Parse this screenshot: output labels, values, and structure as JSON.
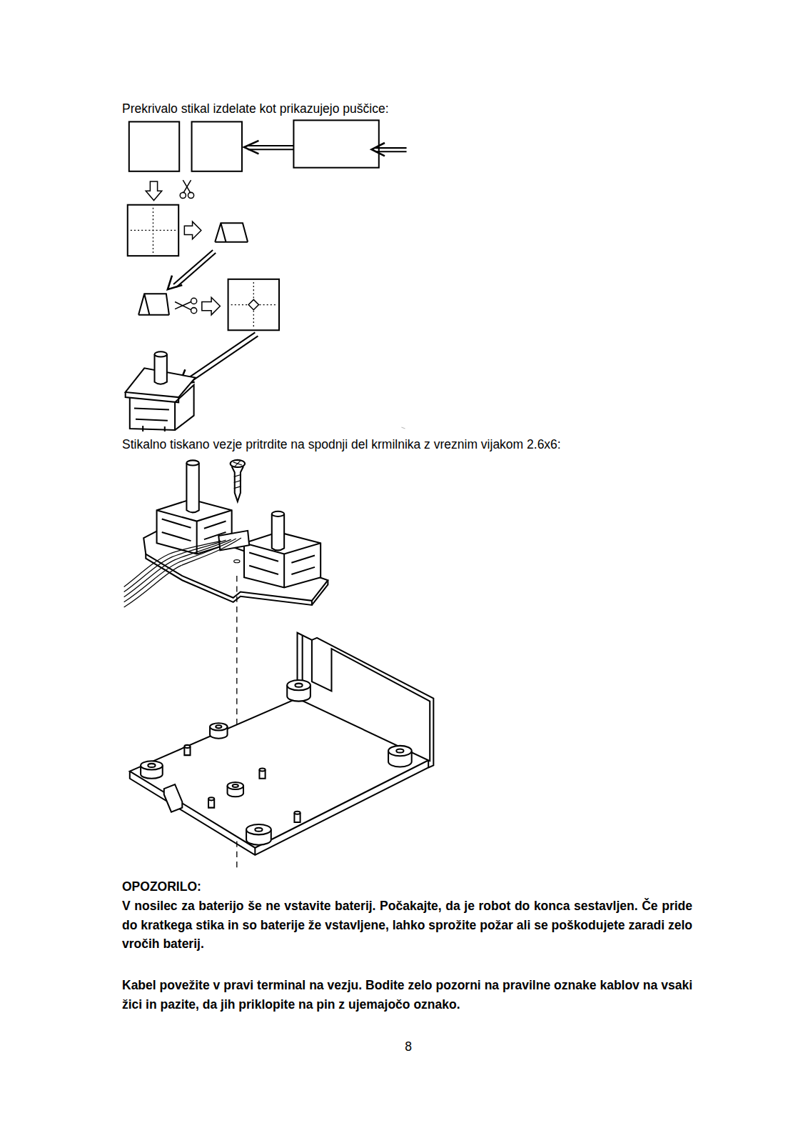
{
  "diagram": {
    "labels": [
      "Prekrivalo stikal izdelate kot prikazujejo puščice:",
      "Stikalno tiskano vezje pritrdite na spodnji del krmilnika z vreznim vijakom 2.6x6:",
      "OPOZORILO:",
      "V nosilec za baterijo še ne vstavite baterij. Počakajte, da je robot do konca sestavljen. Če pride do kratkega stika in so baterije že vstavljene, lahko sprožite požar ali se poškodujete zaradi zelo vročih baterij.",
      "Kabel povežite v pravi terminal na vezju. Bodite zelo pozorni na pravilne oznake kablov na vsaki žici in pazite, da jih priklopite na pin z ujemajočo oznako.",
      "8"
    ]
  }
}
